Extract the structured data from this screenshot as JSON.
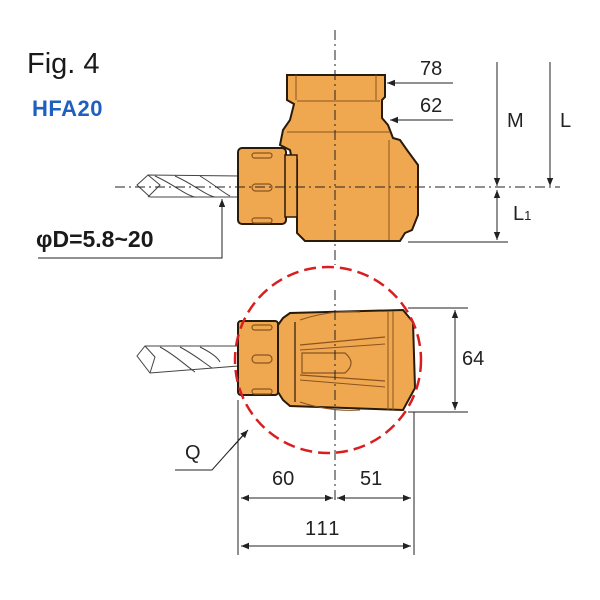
{
  "figure": {
    "title": "Fig. 4",
    "model": "HFA20",
    "diameter_label": "φD=5.8~20"
  },
  "dimensions": {
    "d78": "78",
    "d62": "62",
    "M": "M",
    "L": "L",
    "L1": "L",
    "L1_sub": "1",
    "d64": "64",
    "Q": "Q",
    "d60": "60",
    "d51": "51",
    "d111": "111"
  },
  "colors": {
    "body_fill": "#F0A850",
    "outline": "#2a1a0a",
    "inner_line": "#8a5320",
    "highlight_circle": "#d81e1e",
    "title_blue": "#1f5fbf",
    "line": "#222222"
  }
}
